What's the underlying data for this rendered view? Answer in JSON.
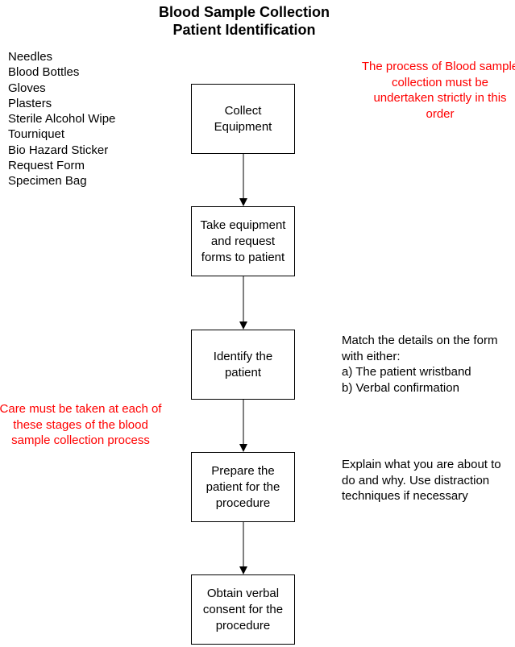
{
  "title": {
    "line1": "Blood Sample Collection",
    "line2": "Patient Identification"
  },
  "equipment_list": [
    "Needles",
    "Blood Bottles",
    "Gloves",
    "Plasters",
    "Sterile Alcohol Wipe",
    "Tourniquet",
    "Bio Hazard Sticker",
    "Request Form",
    "Specimen Bag"
  ],
  "notes": {
    "order_note": "The process of Blood sample collection must be undertaken strictly in this order",
    "care_note": "Care must be taken at each of these stages of the blood sample collection process",
    "match_note": [
      "Match the details on the form with either:",
      "a) The patient wristband",
      "b) Verbal confirmation"
    ],
    "explain_note": "Explain what you are about to do and why. Use distraction techniques if necessary"
  },
  "steps": [
    "Collect Equipment",
    "Take equipment and request forms to patient",
    "Identify the patient",
    "Prepare the patient for the procedure",
    "Obtain verbal consent for the procedure"
  ],
  "colors": {
    "note_red": "#ff0000",
    "line": "#000000"
  }
}
